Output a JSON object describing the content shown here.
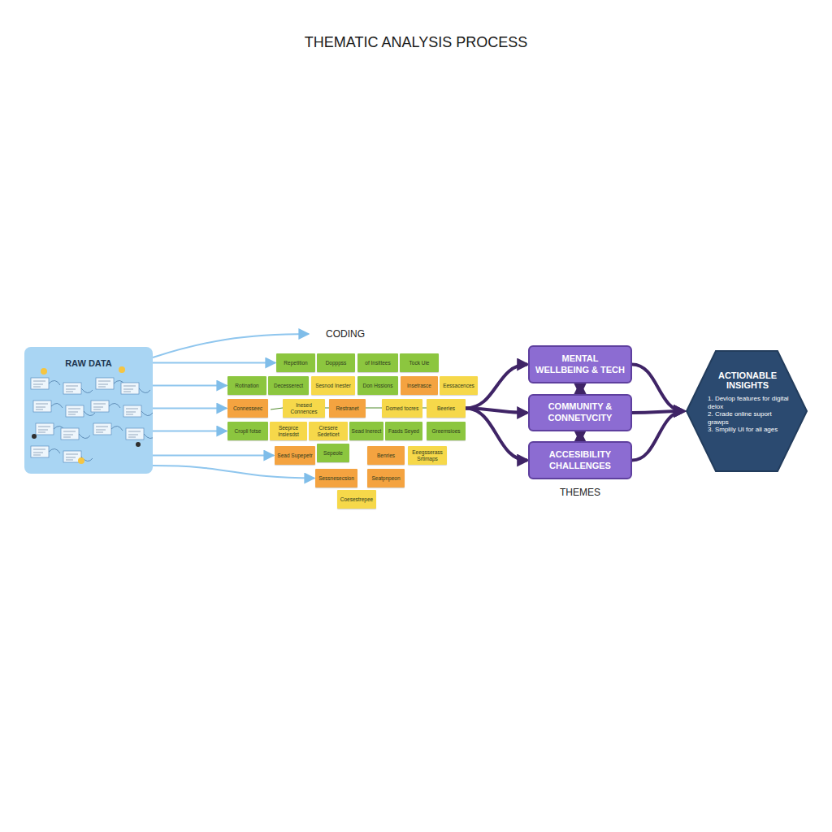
{
  "diagram": {
    "title": "THEMATIC ANALYSIS PROCESS",
    "nodes": [
      {
        "text": [
          "RAW DATA"
        ]
      },
      {
        "text": [
          "Repetition"
        ]
      },
      {
        "text": [
          "Dopppss"
        ]
      },
      {
        "text": [
          "of Insittees"
        ]
      },
      {
        "text": [
          "Tock Uie"
        ]
      },
      {
        "text": [
          "Rotination"
        ]
      },
      {
        "text": [
          "Decesserect"
        ]
      },
      {
        "text": [
          "Sesnod Inester"
        ]
      },
      {
        "text": [
          "Don Hssions"
        ]
      },
      {
        "text": [
          "Insetrasce"
        ]
      },
      {
        "text": [
          "Eessacences"
        ]
      },
      {
        "text": [
          "Connesseec"
        ]
      },
      {
        "text": [
          "Inesed Connences"
        ]
      },
      {
        "text": [
          "Restranet"
        ]
      },
      {
        "text": [
          "Domed tocres"
        ]
      },
      {
        "text": [
          "Beeries"
        ]
      },
      {
        "text": [
          "Cropli fotse"
        ]
      },
      {
        "text": [
          "Seeprce Insiesdst"
        ]
      },
      {
        "text": [
          "Cresere Sedeticet"
        ]
      },
      {
        "text": [
          "Sead Inerect"
        ]
      },
      {
        "text": [
          "Fasds Seyed"
        ]
      },
      {
        "text": [
          "Greemsioes"
        ]
      },
      {
        "text": [
          "Sead Supepetr"
        ]
      },
      {
        "text": [
          "Sepeole"
        ]
      },
      {
        "text": [
          "Benries"
        ]
      },
      {
        "text": [
          "Eeegsserass Srtimaps"
        ]
      },
      {
        "text": [
          "Sessnesecsion"
        ]
      },
      {
        "text": [
          "Seatpnpeon"
        ]
      },
      {
        "text": [
          "Coesestrepee"
        ]
      },
      {
        "text": [
          "MENTAL WELLBEING & TECH"
        ]
      },
      {
        "text": [
          "COMMUNITY & CONNETVCITY"
        ]
      },
      {
        "text": [
          "ACCESIBILITY CHALLENGES"
        ]
      },
      {
        "text": [
          "ACTIONABLE INSIGHTS",
          "1. Devlop features for digital delox",
          "2. Crade online suport grawps",
          "3. Smplily UI for all ages"
        ]
      }
    ],
    "edges": [
      {
        "from": 0,
        "to": 1,
        "arrow": "to"
      },
      {
        "from": 0,
        "to": 5,
        "arrow": "to"
      },
      {
        "from": 0,
        "to": 11,
        "arrow": "to"
      },
      {
        "from": 0,
        "to": 16,
        "arrow": "to"
      },
      {
        "from": 0,
        "to": 22,
        "arrow": "to"
      },
      {
        "from": 0,
        "to": 26,
        "arrow": "to"
      },
      {
        "from": 15,
        "to": 29,
        "arrow": "to"
      },
      {
        "from": 15,
        "to": 30,
        "arrow": "to"
      },
      {
        "from": 15,
        "to": 31,
        "arrow": "to"
      },
      {
        "from": 29,
        "to": 30,
        "arrow": "both"
      },
      {
        "from": 30,
        "to": 31,
        "arrow": "both"
      },
      {
        "from": 29,
        "to": 32,
        "arrow": "to"
      },
      {
        "from": 30,
        "to": 32,
        "arrow": "to"
      },
      {
        "from": 31,
        "to": 32,
        "arrow": "to"
      }
    ],
    "labels": [
      "CODING",
      "THEMES"
    ]
  }
}
